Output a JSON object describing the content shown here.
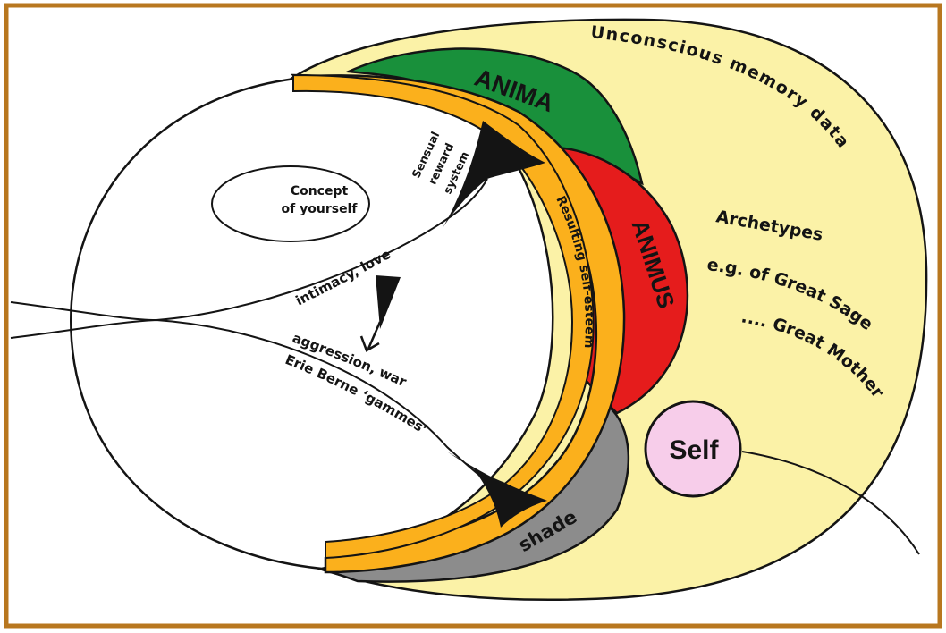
{
  "colors": {
    "frame": "#b8771f",
    "unconscious": "#fbf2a7",
    "anima": "#19903b",
    "animus": "#e51c1c",
    "self_esteem": "#fbb01c",
    "shade": "#8c8c8c",
    "self": "#f7cdea",
    "ink": "#141414"
  },
  "labels": {
    "unconscious": "Unconscious memory data",
    "archetypes": "Archetypes",
    "great_sage": "e.g. of Great Sage",
    "great_mother": ".... Great Mother",
    "anima": "ANIMA",
    "animus": "ANIMUS",
    "self_esteem": "Resulting self-esteem",
    "shade": "shade",
    "self": "Self",
    "concept_line1": "Concept",
    "concept_line2": "of yourself",
    "sensual_line1": "Sensual",
    "sensual_line2": "reward",
    "sensual_line3": "system",
    "intimacy": "intimacy, love",
    "aggression": "aggression, war",
    "berne": "Erie Berne ‘gammes’"
  }
}
